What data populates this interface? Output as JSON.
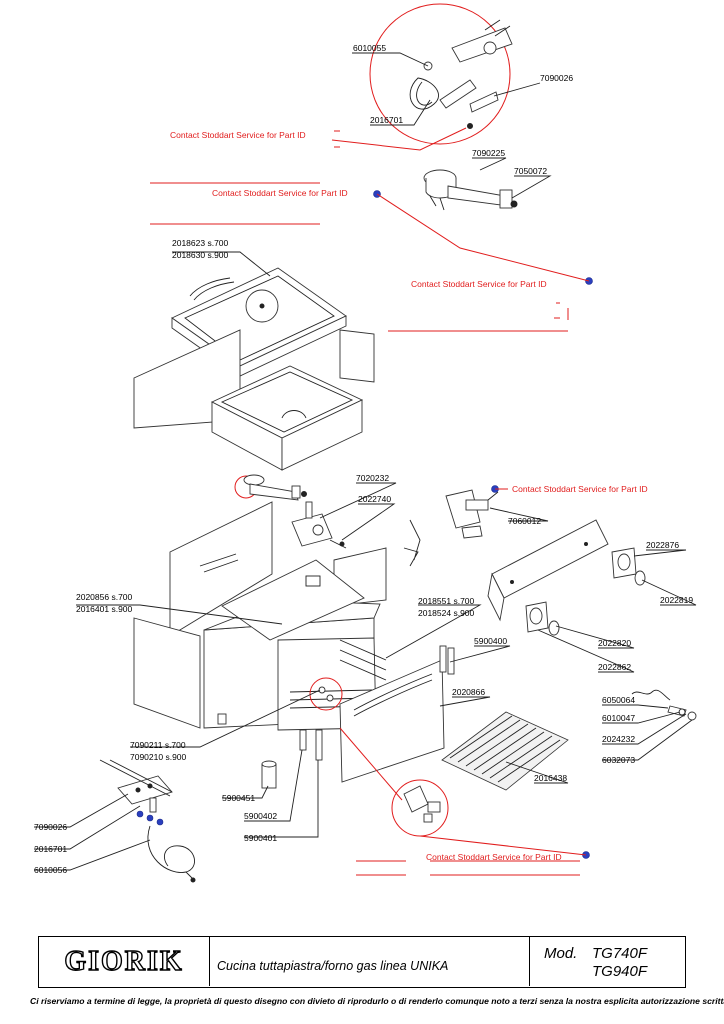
{
  "part_numbers": {
    "p6010055": "6010055",
    "p7090026a": "7090026",
    "p2016701a": "2016701",
    "p7090225": "7090225",
    "p7050072": "7050072",
    "p2018623": "2018623  s.700",
    "p2018630": "2018630  s.900",
    "p7020232": "7020232",
    "p2022740": "2022740",
    "p7060012": "7060012",
    "p2022876": "2022876",
    "p2022819": "2022819",
    "p2020856": "2020856  s.700",
    "p2016401": "2016401  s.900",
    "p2018551": "2018551 s.700",
    "p2018524": "2018524 s.900",
    "p5900400": "5900400",
    "p2022820": "2022820",
    "p2022862": "2022862",
    "p2020866": "2020866",
    "p6050064": "6050064",
    "p6010047": "6010047",
    "p2024232": "2024232",
    "p6032073": "6032073",
    "p7090211": "7090211  s.700",
    "p7090210": "7090210  s.900",
    "p2016438": "2016438",
    "p5900451": "5900451",
    "p5900402": "5900402",
    "p5900401": "5900401",
    "p7090026b": "7090026",
    "p2016701b": "2016701",
    "p6010056": "6010056"
  },
  "contact_label": "Contact Stoddart Service for Part ID",
  "title_block": {
    "logo_text": "GIORIK",
    "description": "Cucina tuttapiastra/forno gas linea UNIKA",
    "model_label": "Mod.",
    "model_1": "TG740F",
    "model_2": "TG940F"
  },
  "footer": "Ci riserviamo a termine di legge, la proprietà di questo disegno con divieto di riprodurlo o di renderlo comunque noto a terzi senza la nostra esplicita autorizzazione scritta",
  "colors": {
    "callout_red": "#e11d1d",
    "fastener_blue": "#2a3fbf",
    "line": "#222222"
  }
}
